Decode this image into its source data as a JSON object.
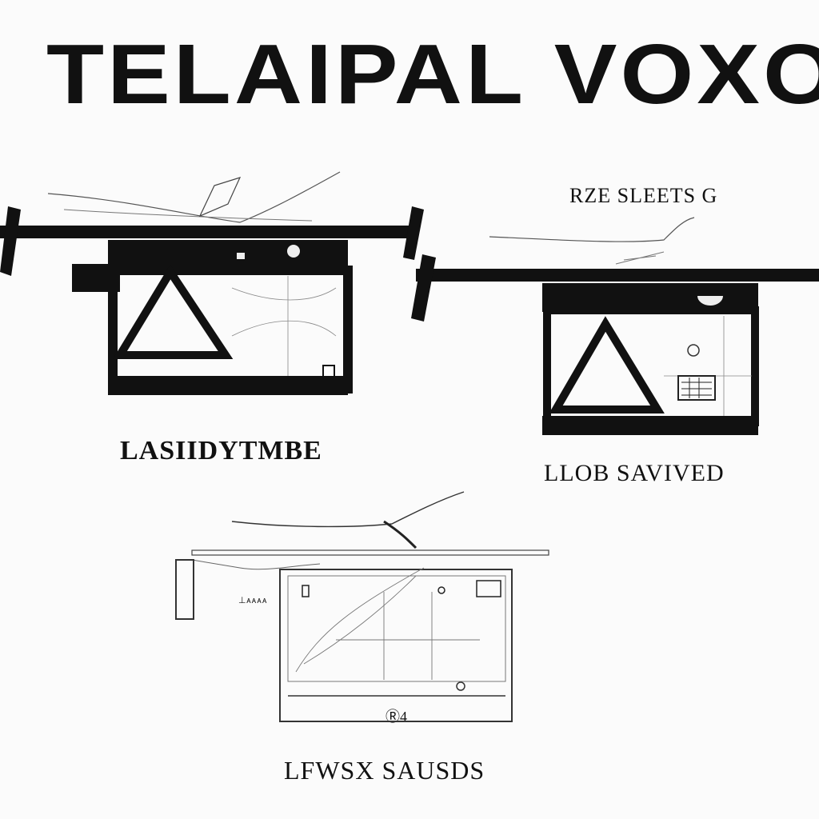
{
  "title": "TELAIPAL VOXO",
  "labels": {
    "top_right": "RZE SLEETS G",
    "device_a": "LASIIDYTMBE",
    "device_b": "LLOB SAVIVED",
    "device_c": "LFWSX SAUSDS",
    "device_c_side": "⊥ᴀᴀᴀᴀ",
    "device_c_bottom": "Ⓡ4"
  },
  "colors": {
    "ink": "#111111",
    "paper": "#fbfbfb",
    "sketch": "#555555"
  }
}
